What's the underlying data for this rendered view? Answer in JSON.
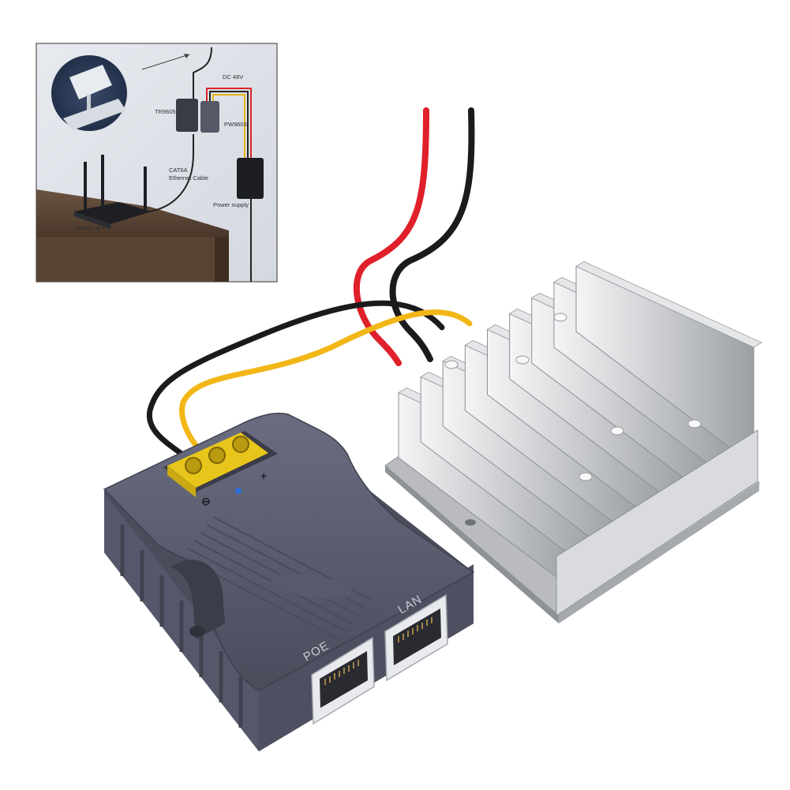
{
  "inset": {
    "labels": {
      "dc": "DC 48V",
      "injector": "TR9605",
      "splitter": "PW9603",
      "cable": "CAT6A",
      "cable2": "Ethernet Cable",
      "power": "Power supply",
      "router": "Router or PC"
    }
  },
  "device": {
    "ports": {
      "poe": "POE",
      "lan": "LAN"
    },
    "terminal": {
      "minus": "⊖",
      "plus": "+"
    }
  },
  "colors": {
    "device_body": "#5d6072",
    "heatsink": "#c7c9cc",
    "wire_red": "#e0202a",
    "wire_black": "#1b1b1b",
    "wire_yellow": "#f2b617",
    "terminal": "#e8c51a",
    "led": "#2f6fd6"
  }
}
